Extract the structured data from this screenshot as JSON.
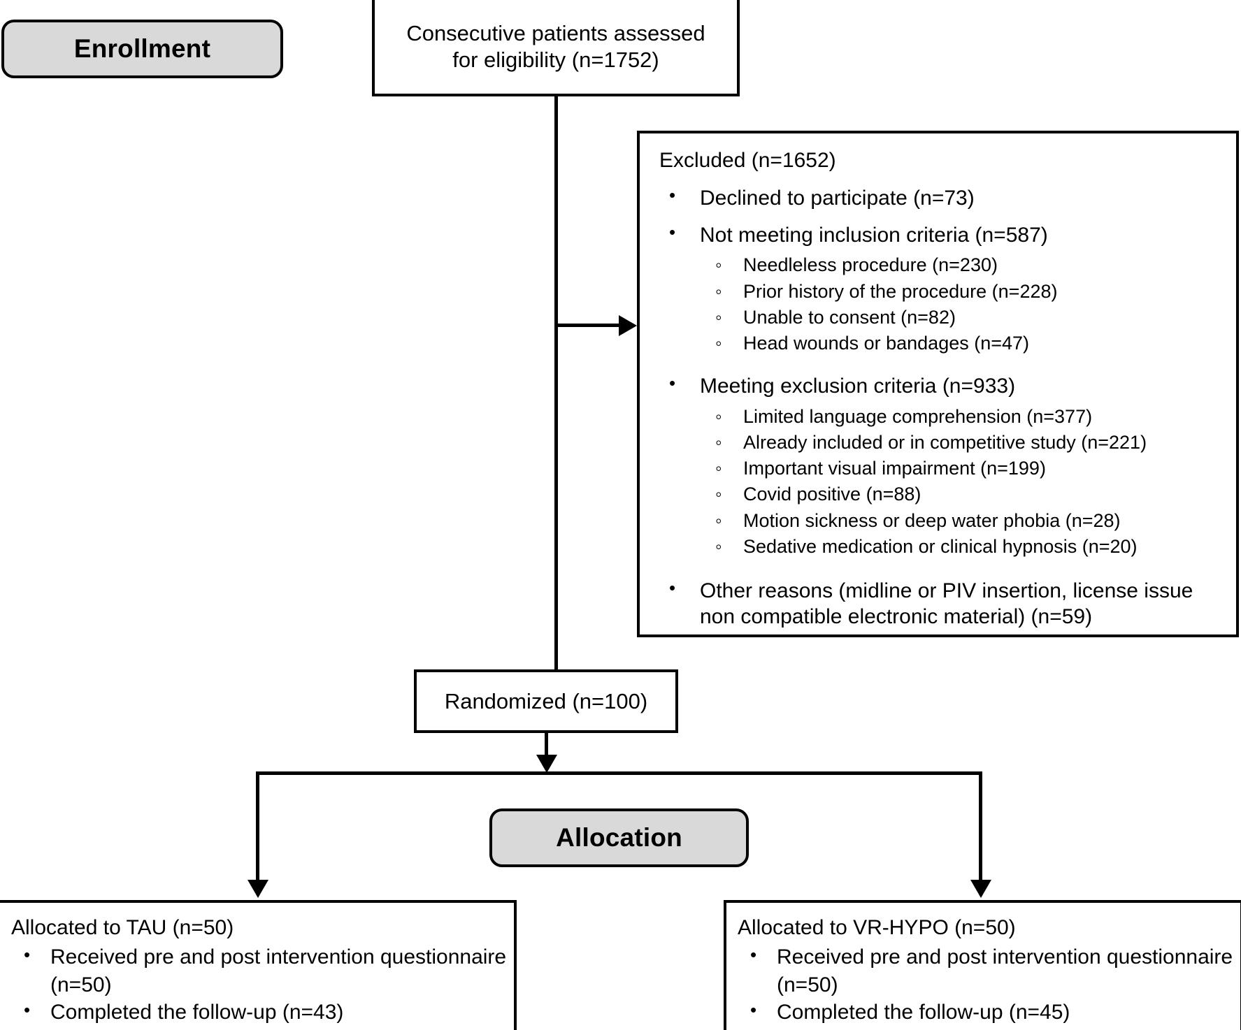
{
  "diagram": {
    "type": "consort-flow-diagram",
    "stages": [
      {
        "id": "enrollment",
        "label": "Enrollment"
      },
      {
        "id": "allocation",
        "label": "Allocation"
      }
    ],
    "assessed": {
      "line1": "Consecutive patients assessed",
      "line2": "for eligibility (n=1752)"
    },
    "excluded": {
      "heading": "Excluded (n=1652)",
      "items": [
        {
          "label": "Declined to participate (n=73)",
          "sub": []
        },
        {
          "label": "Not meeting inclusion criteria (n=587)",
          "sub": [
            "Needleless procedure (n=230)",
            "Prior history of the procedure (n=228)",
            "Unable to consent (n=82)",
            "Head wounds or bandages (n=47)"
          ]
        },
        {
          "label": "Meeting exclusion criteria (n=933)",
          "sub": [
            "Limited language comprehension (n=377)",
            "Already included or in competitive study (n=221)",
            "Important visual impairment (n=199)",
            "Covid positive (n=88)",
            "Motion sickness or deep water phobia (n=28)",
            "Sedative medication or clinical hypnosis (n=20)"
          ]
        },
        {
          "label": "Other reasons (midline or PIV insertion, license issue non compatible electronic material) (n=59)",
          "sub": []
        }
      ]
    },
    "randomized": {
      "label": "Randomized (n=100)"
    },
    "arms": [
      {
        "id": "tau",
        "title": "Allocated to TAU (n=50)",
        "bullets": [
          "Received pre and post intervention questionnaire (n=50)",
          "Completed the follow-up (n=43)"
        ]
      },
      {
        "id": "vr-hypo",
        "title": "Allocated to VR-HYPO (n=50)",
        "bullets": [
          "Received pre and post intervention questionnaire (n=50)",
          "Completed the follow-up (n=45)"
        ]
      }
    ],
    "colors": {
      "stage_fill": "#d9d9d9",
      "stroke": "#000000",
      "box_fill": "#ffffff"
    }
  }
}
